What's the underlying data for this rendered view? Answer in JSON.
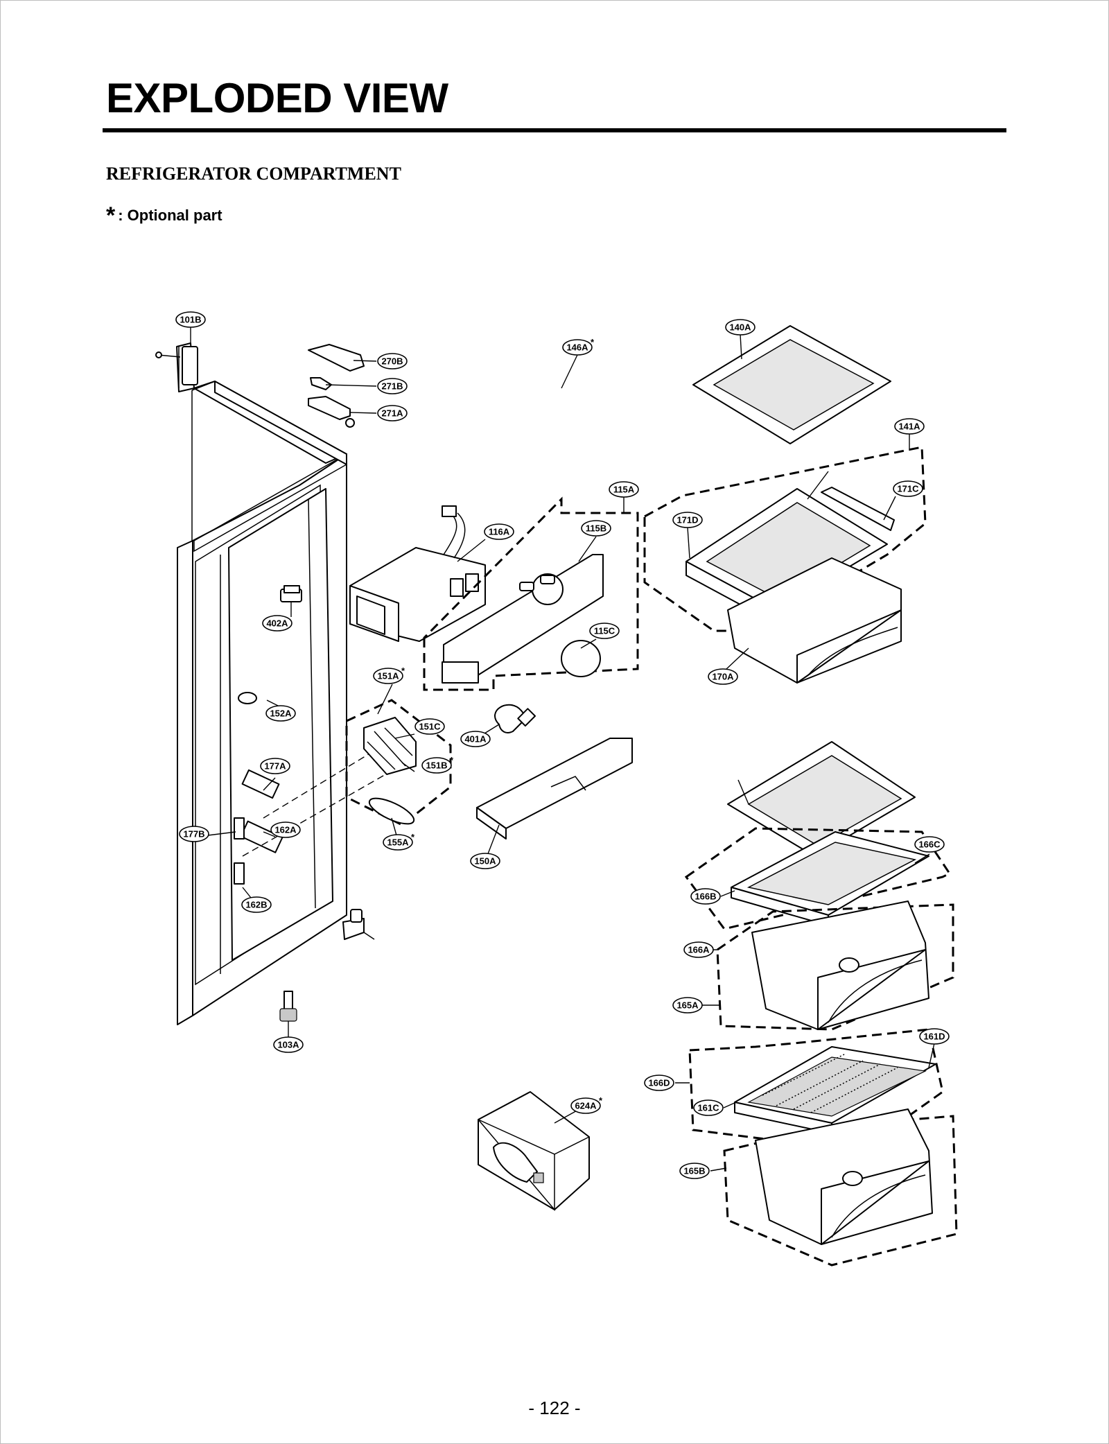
{
  "header": {
    "title": "EXPLODED VIEW",
    "subtitle": "REFRIGERATOR COMPARTMENT",
    "legend_symbol": "*",
    "legend_text": ": Optional part"
  },
  "parts": [
    {
      "id": "101B"
    },
    {
      "id": "270B"
    },
    {
      "id": "271B"
    },
    {
      "id": "271A"
    },
    {
      "id": "146A",
      "optional": true
    },
    {
      "id": "140A"
    },
    {
      "id": "141A"
    },
    {
      "id": "171C"
    },
    {
      "id": "171D"
    },
    {
      "id": "115A"
    },
    {
      "id": "115B"
    },
    {
      "id": "116A"
    },
    {
      "id": "115C"
    },
    {
      "id": "402A"
    },
    {
      "id": "151A",
      "optional": true
    },
    {
      "id": "170A"
    },
    {
      "id": "152A"
    },
    {
      "id": "151C"
    },
    {
      "id": "401A"
    },
    {
      "id": "151B",
      "optional": true
    },
    {
      "id": "177A"
    },
    {
      "id": "162A"
    },
    {
      "id": "177B"
    },
    {
      "id": "155A",
      "optional": true
    },
    {
      "id": "150A"
    },
    {
      "id": "166C"
    },
    {
      "id": "166B"
    },
    {
      "id": "162B"
    },
    {
      "id": "166A"
    },
    {
      "id": "165A"
    },
    {
      "id": "103A"
    },
    {
      "id": "161D"
    },
    {
      "id": "166D"
    },
    {
      "id": "624A",
      "optional": true
    },
    {
      "id": "161C"
    },
    {
      "id": "165B"
    }
  ],
  "footer": {
    "page_number": "- 122 -"
  }
}
